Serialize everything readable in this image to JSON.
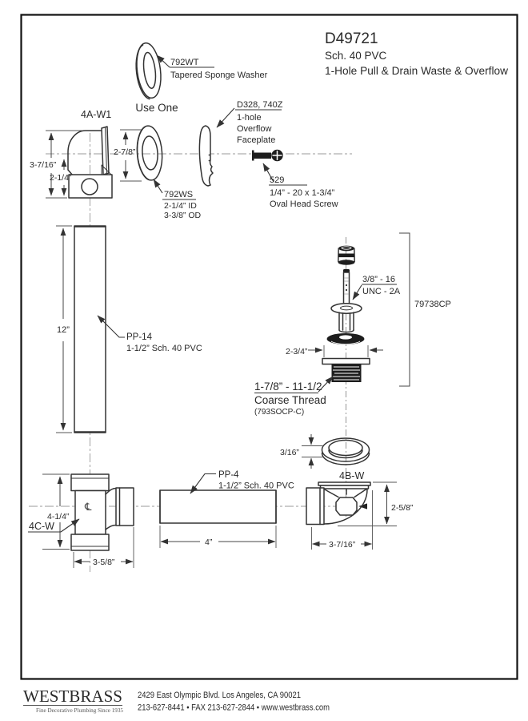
{
  "title": {
    "model": "D49721",
    "spec": "Sch. 40 PVC",
    "desc": "1-Hole Pull & Drain Waste & Overflow"
  },
  "washer_792wt": {
    "code": "792WT",
    "desc": "Tapered Sponge Washer"
  },
  "use_one_note": "Use One",
  "elbow_4aw1": {
    "label": "4A-W1",
    "dim_height": "3-7/16”",
    "dim_base": "2-1/4”",
    "dim_washer": "2-7/8”"
  },
  "washer_792ws": {
    "code": "792WS",
    "id_dim": "2-1/4” ID",
    "od_dim": "3-3/8” OD"
  },
  "faceplate_d328": {
    "code": "D328, 740Z",
    "line1": "1-hole",
    "line2": "Overflow",
    "line3": "Faceplate"
  },
  "screw_529": {
    "code": "529",
    "size": "1/4” - 20 x 1-3/4”",
    "type": "Oval Head Screw"
  },
  "tube_pp14": {
    "code": "PP-14",
    "spec": "1-1/2” Sch. 40 PVC",
    "dim_length": "12”"
  },
  "drain_79738cp": {
    "code": "79738CP",
    "thread_size": "3/8” - 16",
    "thread_class": "UNC - 2A",
    "dim_flange": "2-3/4”",
    "coarse_size": "1-7/8” - 11-1/2",
    "coarse_label": "Coarse Thread",
    "coarse_code": "(793SOCP-C)"
  },
  "washer_ring": {
    "dim_thickness": "3/16”"
  },
  "elbow_4bw": {
    "label": "4B-W",
    "dim_height": "2-5/8”",
    "dim_width": "3-7/16”"
  },
  "tee_4cw": {
    "label": "4C-W",
    "dim_height": "4-1/4”",
    "dim_width": "3-5/8”",
    "centerline_symbol": "℄"
  },
  "tube_pp4": {
    "code": "PP-4",
    "spec": "1-1/2” Sch. 40 PVC",
    "dim_length": "4”"
  },
  "footer": {
    "brand": "WESTBRASS",
    "tagline": "Fine Decorative Plumbing Since 1935",
    "address": "2429 East Olympic Blvd. Los Angeles, CA  90021",
    "phone_line": "213-627-8441 • FAX 213-627-2844 • www.westbrass.com"
  }
}
